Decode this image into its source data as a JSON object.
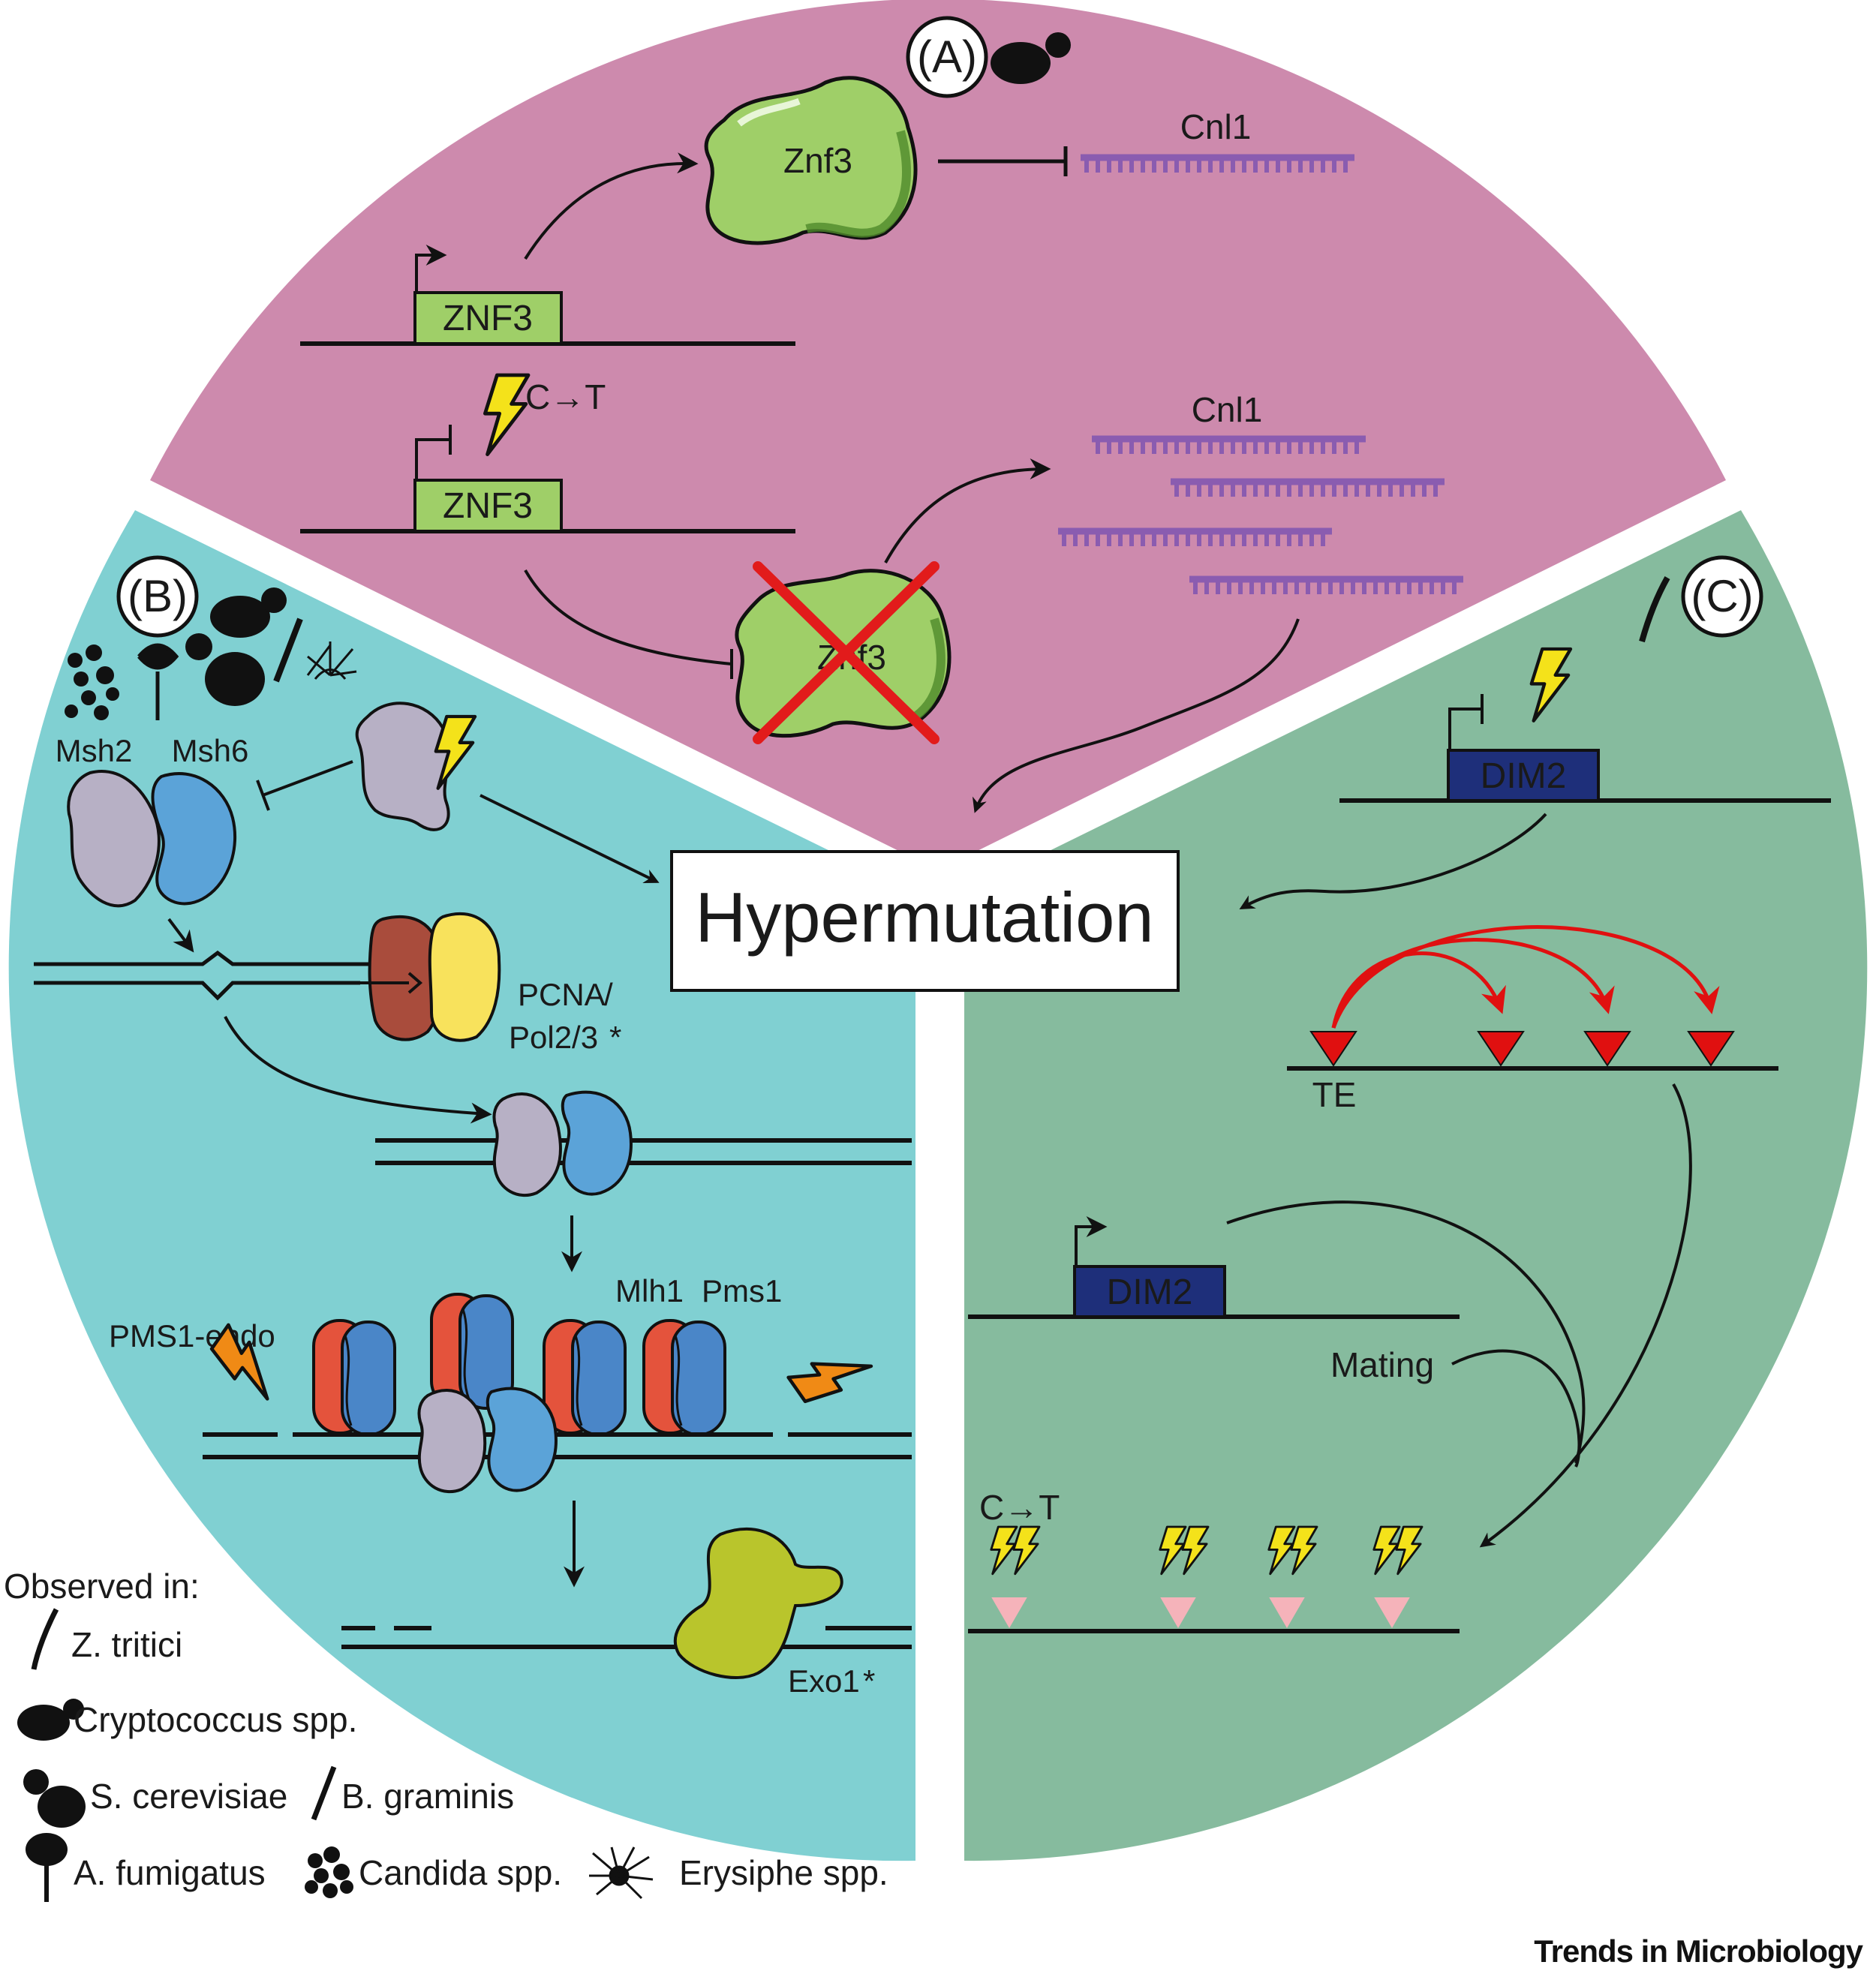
{
  "panels": {
    "a": {
      "label": "(A)",
      "protein": "Znf3",
      "gene": "ZNF3",
      "rna": "Cnl1",
      "mutation": "C→T",
      "color": "#cd8aad"
    },
    "b": {
      "label": "(B)",
      "msh2": "Msh2",
      "msh6": "Msh6",
      "pcna": "PCNA",
      "slash": "/",
      "pol": "Pol2/3",
      "star": "*",
      "mlh1": "Mlh1",
      "pms1": "Pms1",
      "pms1_endo": "PMS1-endo",
      "exo1": "Exo1",
      "color": "#80d0d2"
    },
    "c": {
      "label": "(C)",
      "gene": "DIM2",
      "te": "TE",
      "mating": "Mating",
      "mutation": "C→T",
      "color": "#86bb9e"
    }
  },
  "center_label": "Hypermutation",
  "legend": {
    "title": "Observed in:",
    "z_tritici": "Z. tritici",
    "cryptococcus": "Cryptococcus spp.",
    "s_cerevisiae": "S. cerevisiae",
    "b_graminis": "B. graminis",
    "a_fumigatus": "A. fumigatus",
    "candida": "Candida spp.",
    "erysiphe": "Erysiphe spp."
  },
  "credit": "Trends in Microbiology",
  "colors": {
    "gene_green": "#9fcf68",
    "dim2_blue": "#1e2f7a",
    "rna_purple": "#8a5cb0",
    "te_red": "#e01010",
    "bolt_yellow": "#f4e21a",
    "bolt_orange": "#f08a15",
    "mlh1_red": "#e4533c",
    "pms1_blue": "#4a86c8",
    "msh2_gray": "#b7b0c5",
    "msh6_blue": "#5ba3d8",
    "pcna_brown": "#a94c3c",
    "pol_yellow": "#f8e25c",
    "exo1_green": "#b9c52c"
  }
}
